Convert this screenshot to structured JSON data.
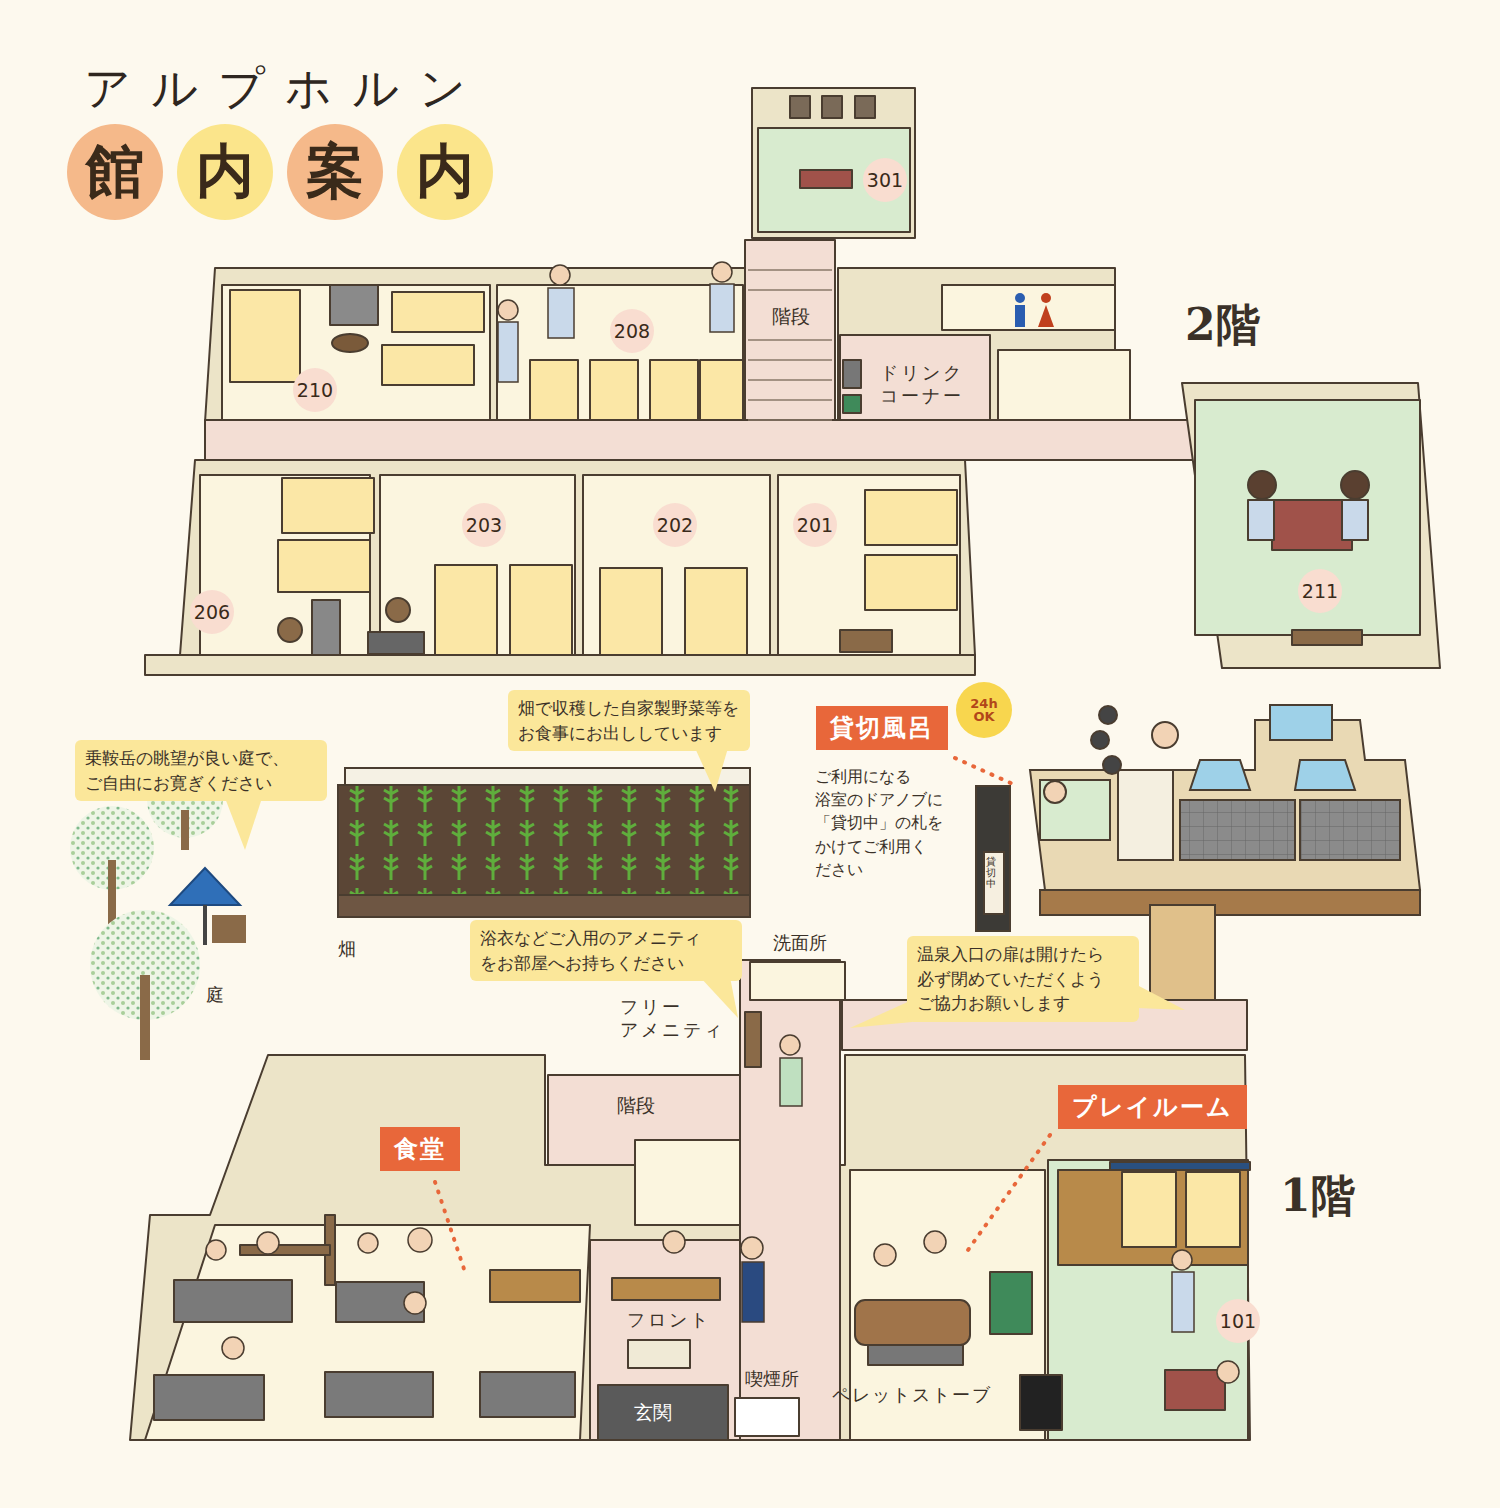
{
  "diagram": {
    "title": "アルプホルン",
    "nodes": [
      {
        "text": [
          "館"
        ]
      },
      {
        "text": [
          "内"
        ]
      },
      {
        "text": [
          "案"
        ]
      },
      {
        "text": [
          "内"
        ]
      },
      {
        "text": [
          "301"
        ]
      },
      {
        "text": [
          "210"
        ]
      },
      {
        "text": [
          "208"
        ]
      },
      {
        "text": [
          "206"
        ]
      },
      {
        "text": [
          "203"
        ]
      },
      {
        "text": [
          "202"
        ]
      },
      {
        "text": [
          "201"
        ]
      },
      {
        "text": [
          "211"
        ]
      },
      {
        "text": [
          "乗鞍岳の眺望が良い庭で、 ご自由にお寛ぎください"
        ]
      },
      {
        "text": [
          "畑で収穫した自家製野菜等を お食事にお出ししています"
        ]
      },
      {
        "text": [
          "貸切風呂"
        ]
      },
      {
        "text": [
          "24h OK"
        ]
      },
      {
        "text": [
          "浴衣などご入用のアメニティ をお部屋へお持ちください"
        ]
      },
      {
        "text": [
          "温泉入口の扉は開けたら 必ず閉めていただくよう ご協力お願いします"
        ]
      },
      {
        "text": [
          "プレイルーム"
        ]
      },
      {
        "text": [
          "食堂"
        ]
      },
      {
        "text": [
          "101"
        ]
      }
    ],
    "labels": [
      "2階",
      "階段",
      "ドリンク コーナー",
      "畑",
      "庭",
      "ご利用になる 浴室のドアノブに 「貸切中」の札を かけてご利用く ださい",
      "貸切中",
      "洗面所",
      "フリー アメニティ",
      "階段",
      "1階",
      "フロント",
      "玄関",
      "喫煙所",
      "ペレットストーブ"
    ]
  }
}
